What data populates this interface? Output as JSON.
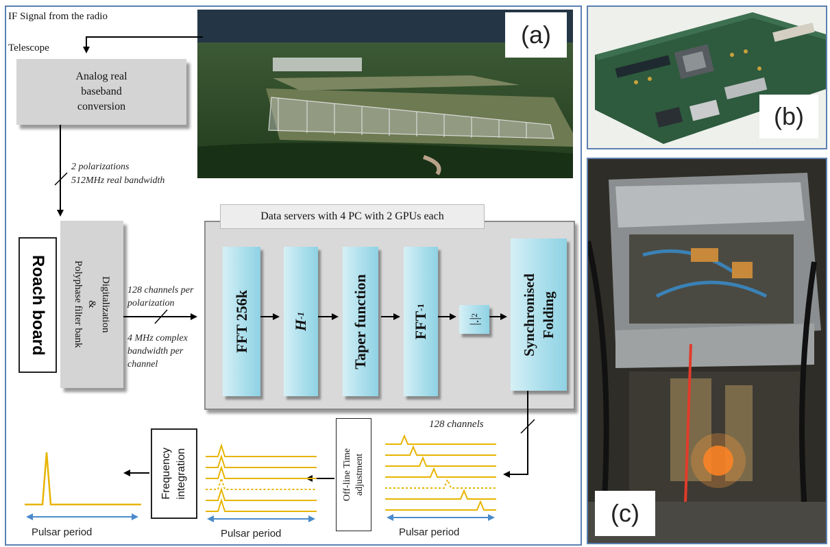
{
  "panels": {
    "a": "(a)",
    "b": "(b)",
    "c": "(c)"
  },
  "signal_source": {
    "line1": "IF Signal from the radio",
    "line2": "Telescope"
  },
  "analog_box": {
    "line1": "Analog real",
    "line2": "baseband",
    "line3": "conversion"
  },
  "polarization_note": {
    "line1": "2 polarizations",
    "line2": "512MHz real bandwidth"
  },
  "roach_label": "Roach board",
  "digitalization_box": {
    "line1": "Digitalization",
    "line2": "&",
    "line3": "Polyphase filter bank"
  },
  "channel_note": {
    "line1": "128 channels per",
    "line2": "polarization",
    "line3": "4 MHz complex",
    "line4": "bandwidth per",
    "line5": "channel"
  },
  "data_servers": {
    "title": "Data servers with 4 PC with 2 GPUs each",
    "blocks": [
      "FFT 256k",
      "H",
      "Taper function",
      "FFT",
      "|.|",
      "Synchronised",
      "Folding"
    ]
  },
  "sup": {
    "h_exp": "-1",
    "fft_exp": "-1",
    "abs_exp": "2"
  },
  "output": {
    "channels_label": "128 channels",
    "time_adjust": {
      "line1": "Off-line Time",
      "line2": "adjustment"
    },
    "freq_integration": {
      "line1": "Frequency",
      "line2": "integration"
    },
    "pulsar_period": "Pulsar period"
  },
  "colors": {
    "frame": "#5b7fb0",
    "pulse": "#e8b400",
    "arrow_blue": "#4a8acb",
    "grey_box": "#d4d4d4",
    "cyan_block": "#a8dcea"
  }
}
